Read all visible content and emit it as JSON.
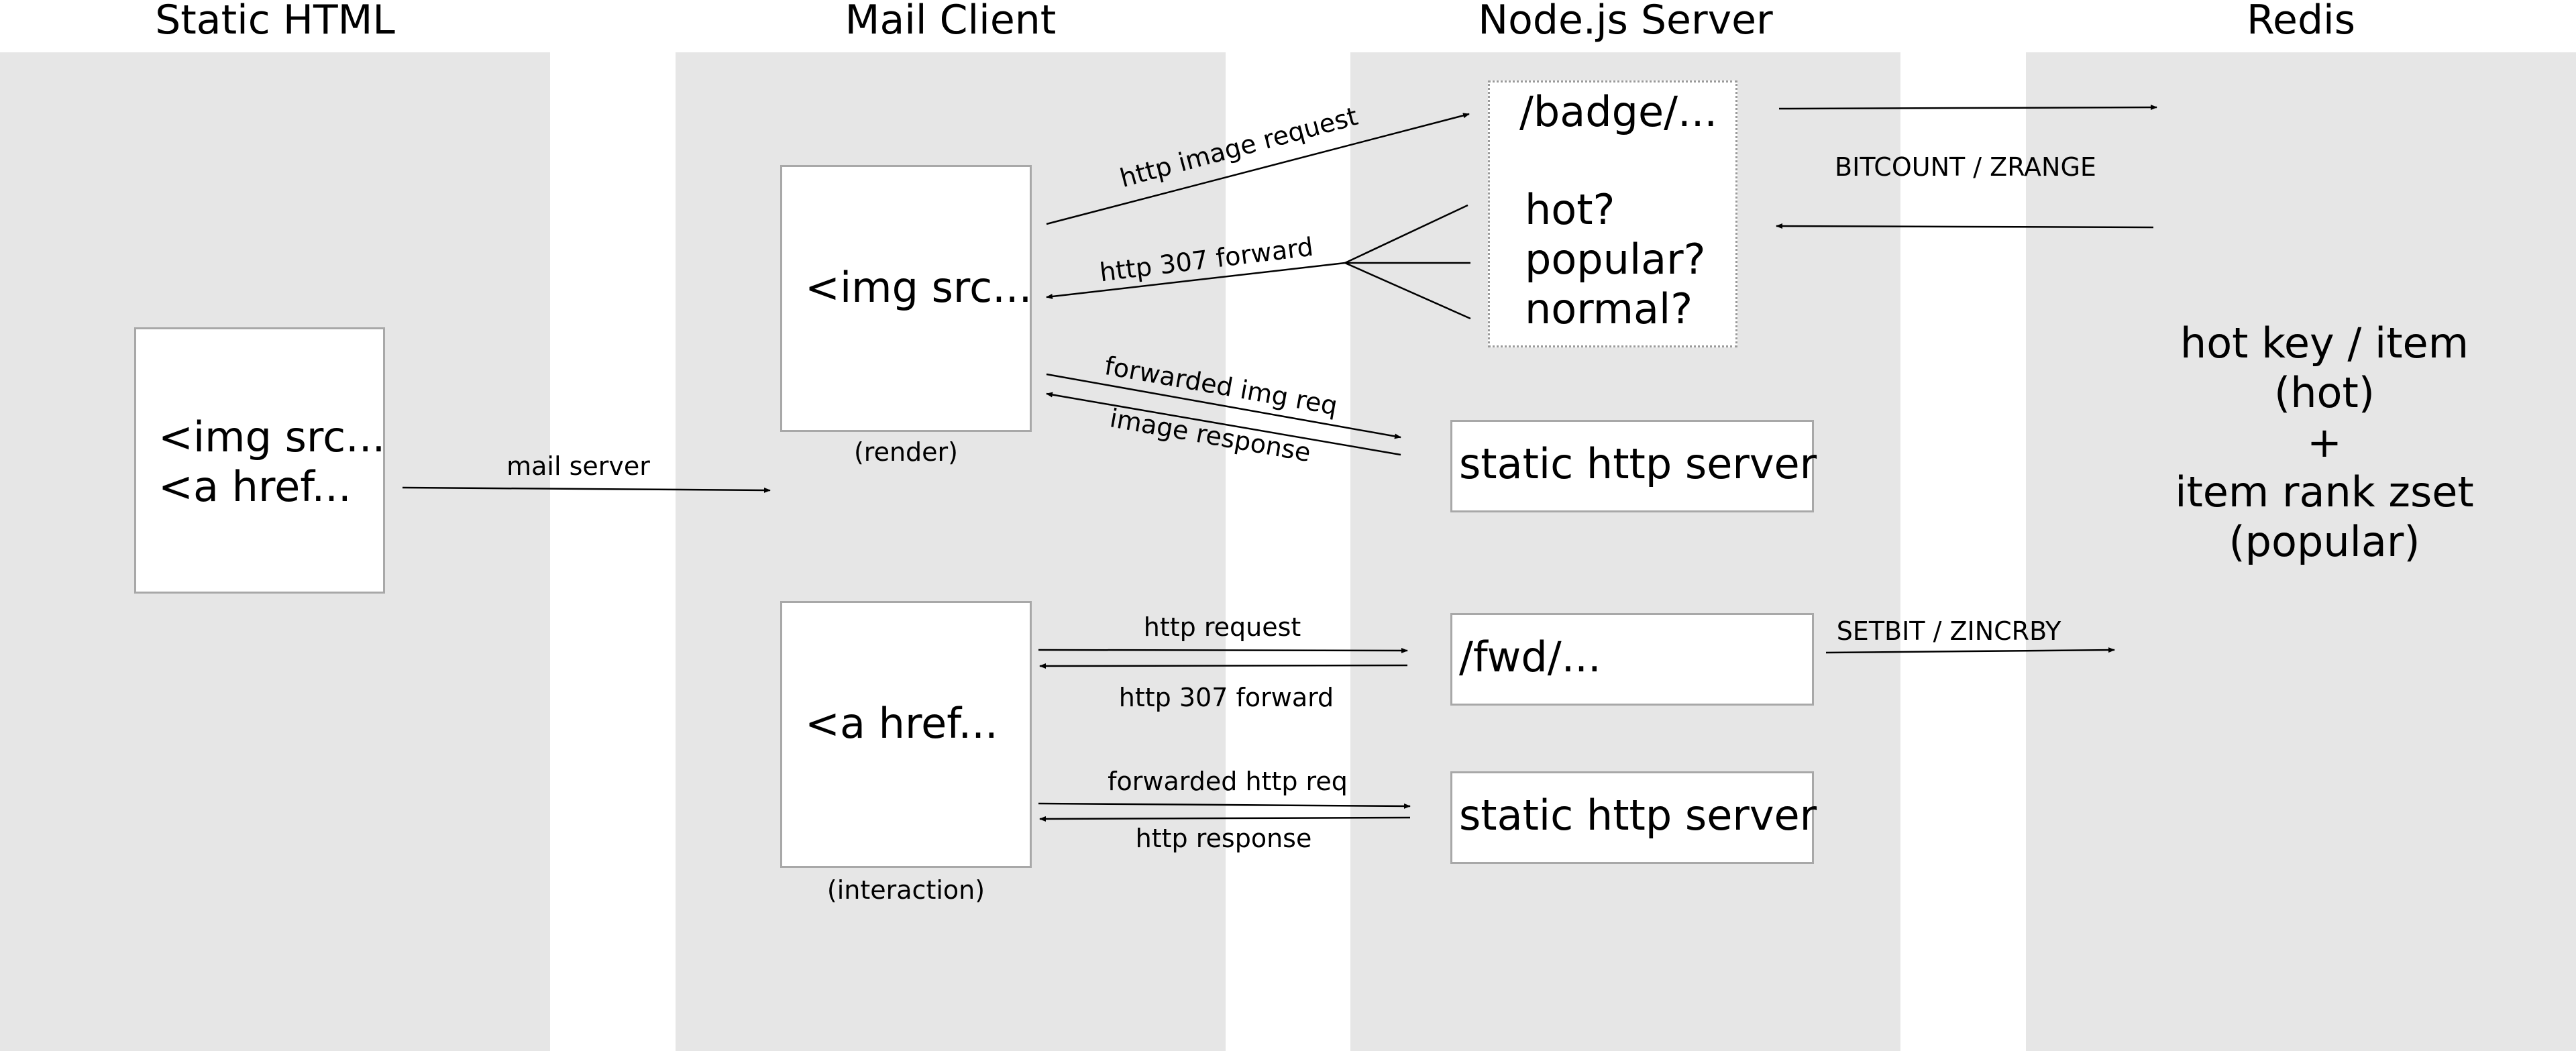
{
  "lanes": {
    "static_html": "Static HTML",
    "mail_client": "Mail Client",
    "node_server": "Node.js Server",
    "redis": "Redis"
  },
  "static_box": {
    "line1": "<img src...",
    "line2": "<a href..."
  },
  "render_box": {
    "text": "<img src...",
    "caption": "(render)"
  },
  "interaction_box": {
    "text": "<a href...",
    "caption": "(interaction)"
  },
  "badge_box": {
    "title": "/badge/...",
    "opt1": "hot?",
    "opt2": "popular?",
    "opt3": "normal?"
  },
  "static_server_1": "static http server",
  "fwd_box": "/fwd/...",
  "static_server_2": "static http server",
  "redis_note": {
    "l1": "hot key / item",
    "l2": "(hot)",
    "l3": "+",
    "l4": "item rank zset",
    "l5": "(popular)"
  },
  "labels": {
    "mail_server": "mail server",
    "http_image_request": "http image request",
    "http_307_forward_top": "http 307 forward",
    "forwarded_img_req": "forwarded img req",
    "image_response": "image response",
    "bitcount_zrange": "BITCOUNT / ZRANGE",
    "http_request": "http request",
    "http_307_forward_bottom": "http 307 forward",
    "forwarded_http_req": "forwarded http req",
    "http_response": "http response",
    "setbit_zincrby": "SETBIT / ZINCRBY"
  }
}
